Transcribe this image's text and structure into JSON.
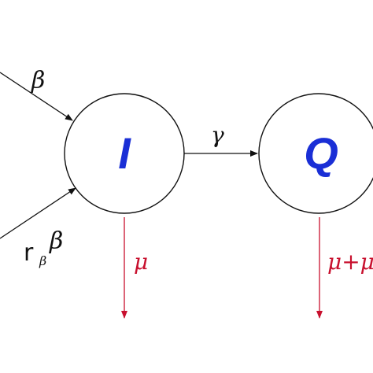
{
  "diagram": {
    "nodes": [
      {
        "id": "I",
        "label": "I"
      },
      {
        "id": "Q",
        "label": "Q"
      }
    ],
    "edges": [
      {
        "id": "inflow-1",
        "to": "I",
        "label": "β"
      },
      {
        "id": "inflow-2",
        "to": "I",
        "label_main": "r",
        "label_sub": "β",
        "label_tail": "β"
      },
      {
        "id": "transfer",
        "from": "I",
        "to": "Q",
        "label": "γ"
      },
      {
        "id": "outflow-I",
        "from": "I",
        "label": "μ"
      },
      {
        "id": "outflow-Q",
        "from": "Q",
        "label": "μ+μ"
      }
    ]
  },
  "colors": {
    "node_label": "#1a2fd6",
    "outflow": "#c8102e",
    "stroke": "#111111"
  }
}
